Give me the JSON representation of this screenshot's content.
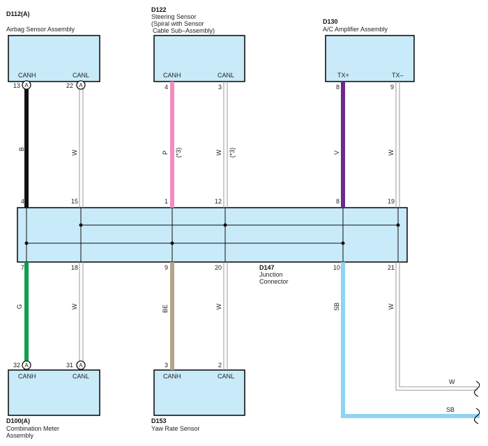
{
  "components": {
    "d112": {
      "code": "D112(A)",
      "name": "Airbag Sensor Assembly",
      "pin_left": "CANH",
      "pin_right": "CANL"
    },
    "d122": {
      "code": "D122",
      "name_line1": "Steering Sensor",
      "name_line2": "(Spiral with Sensor",
      "name_line3": "Cable Sub–Assembly)",
      "pin_left": "CANH",
      "pin_right": "CANL"
    },
    "d130": {
      "code": "D130",
      "name": "A/C Amplifier Assembly",
      "pin_left": "TX+",
      "pin_right": "TX–"
    },
    "d147": {
      "code": "D147",
      "name_line1": "Junction",
      "name_line2": "Connector"
    },
    "d100": {
      "code": "D100(A)",
      "name_line1": "Combination Meter",
      "name_line2": "Assembly",
      "pin_left": "CANH",
      "pin_right": "CANL"
    },
    "d153": {
      "code": "D153",
      "name": "Yaw Rate Sensor",
      "pin_left": "CANH",
      "pin_right": "CANL"
    }
  },
  "connector_marker": "A",
  "pins": {
    "d112_canh": "13",
    "d112_canl": "22",
    "d122_canh": "4",
    "d122_canl": "3",
    "d130_txp": "8",
    "d130_txm": "9",
    "j_top_1": "4",
    "j_top_2": "15",
    "j_top_3": "1",
    "j_top_4": "12",
    "j_top_5": "8",
    "j_top_6": "19",
    "j_bot_1": "7",
    "j_bot_2": "18",
    "j_bot_3": "9",
    "j_bot_4": "20",
    "j_bot_5": "10",
    "j_bot_6": "21",
    "d100_canh": "32",
    "d100_canl": "31",
    "d153_canh": "3",
    "d153_canl": "2"
  },
  "wire_colors": {
    "top_1": "B",
    "top_2": "W",
    "top_3": "P",
    "top_4": "W",
    "top_5": "V",
    "top_6": "W",
    "bot_1": "G",
    "bot_2": "W",
    "bot_3": "BE",
    "bot_4": "W",
    "bot_5": "SB",
    "bot_6": "W"
  },
  "notes": {
    "steering_canh": "(*3)",
    "steering_canl": "(*3)"
  },
  "outgoing": {
    "w_label": "W",
    "sb_label": "SB"
  },
  "colors": {
    "box_fill": "#c8eaf9",
    "black": "#111111",
    "pink": "#f28cc0",
    "violet": "#6b2a8c",
    "green": "#0aa050",
    "beige": "#b5a48d",
    "sky_blue": "#8fd4f2",
    "white_wire": "#b8b8b8"
  }
}
